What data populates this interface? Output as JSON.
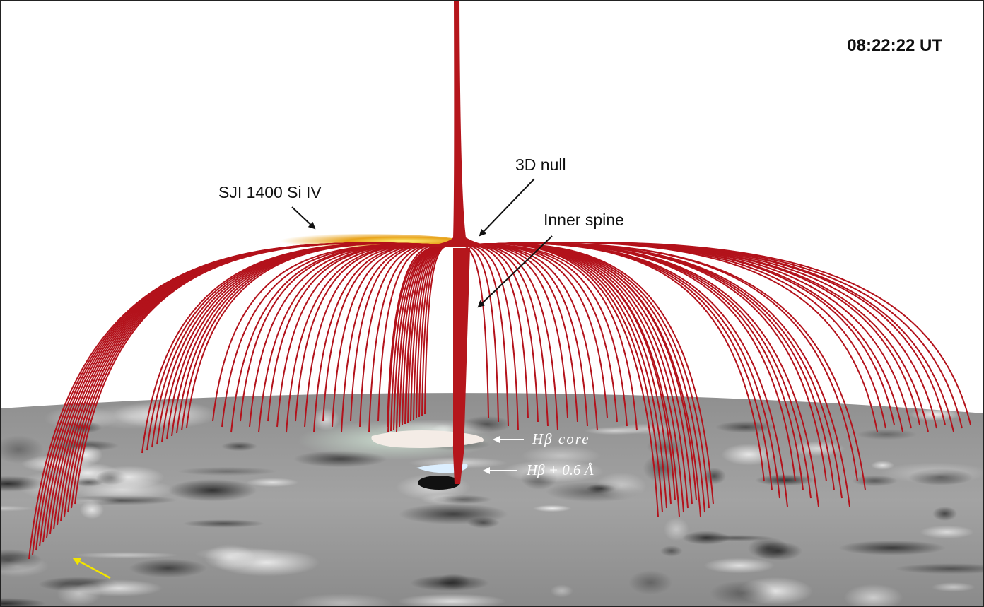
{
  "time_label": "08:22:22 UT",
  "labels": {
    "sji": "SJI 1400 Si IV",
    "null_point": "3D null",
    "inner_spine": "Inner spine",
    "hbeta_core": "Hβ core",
    "hbeta_wing": "Hβ + 0.6 Å"
  },
  "colors": {
    "field_lines": "#b3121b",
    "spine": "#b5161c",
    "sji_emission": "#e8a21a",
    "annotation_arrow": "#111111",
    "marker_arrow": "#f2e400",
    "hbeta_core_patch": "#f4ece6",
    "hbeta_wing_patch": "#dcefff"
  }
}
